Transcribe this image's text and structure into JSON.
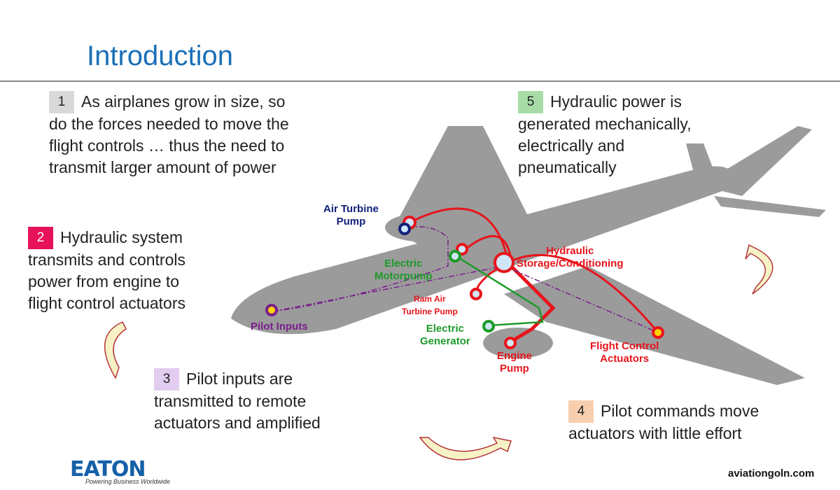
{
  "slide": {
    "title": "Introduction",
    "points": [
      {
        "num": "1",
        "color": "#d9d9d9",
        "lines": [
          "As airplanes grow in size, so",
          "do the forces needed to move the",
          "flight controls … thus the need to",
          "transmit larger amount of power"
        ]
      },
      {
        "num": "2",
        "color": "#e6125a",
        "lines": [
          "Hydraulic system",
          "transmits and controls",
          "power from engine to",
          "flight control actuators"
        ]
      },
      {
        "num": "3",
        "color": "#e2cdf0",
        "lines": [
          "Pilot inputs are",
          "transmitted to remote",
          "actuators and amplified"
        ]
      },
      {
        "num": "4",
        "color": "#f8cfae",
        "lines": [
          "Pilot commands move",
          "actuators with little effort"
        ]
      },
      {
        "num": "5",
        "color": "#a7dca7",
        "lines": [
          "Hydraulic power is",
          "generated mechanically,",
          "electrically and",
          "pneumatically"
        ]
      }
    ],
    "diagram_labels": {
      "air_turbine_pump": [
        "Air Turbine",
        "Pump"
      ],
      "electric_motorpump": [
        "Electric",
        "Motorpump"
      ],
      "hydraulic_storage": [
        "Hydraulic",
        "Storage/Conditioning"
      ],
      "ram_air_turbine": [
        "Ram Air",
        "Turbine Pump"
      ],
      "electric_generator": [
        "Electric",
        "Generator"
      ],
      "engine_pump": [
        "Engine",
        "Pump"
      ],
      "flight_control_actuators": [
        "Flight Control",
        "Actuators"
      ],
      "pilot_inputs": [
        "Pilot Inputs"
      ]
    },
    "colors": {
      "title": "#1a6fb8",
      "red": "#e8141c",
      "green": "#1e9a2a",
      "navy": "#12207a",
      "purple": "#7a1f8e"
    },
    "logo": "EATON",
    "tagline": "Powering Business Worldwide",
    "site": "aviationgoln.com"
  }
}
